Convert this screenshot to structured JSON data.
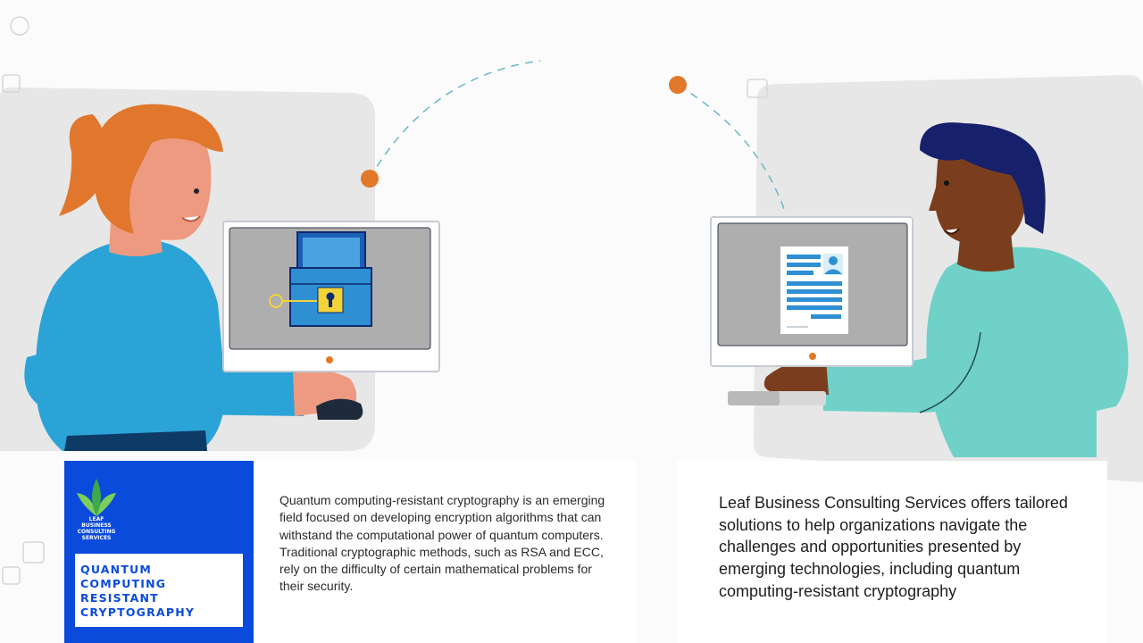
{
  "promo": {
    "logo_text": "LEAF\nBUSINESS\nCONSULTING\nSERVICES",
    "heading": "QUANTUM\nCOMPUTING\nRESISTANT\nCRYPTOGRAPHY"
  },
  "content": {
    "left_paragraph": "Quantum computing-resistant cryptography is an emerging field focused on developing encryption algorithms that can withstand the computational power of quantum computers. Traditional cryptographic methods, such as RSA and ECC, rely on the difficulty of certain mathematical problems for their security.",
    "right_paragraph": "Leaf Business Consulting Services offers tailored solutions to help organizations navigate the challenges and opportunities presented by emerging technologies, including quantum computing-resistant cryptography"
  },
  "illustration": {
    "left_screen_icon": "locked-treasure-chest-with-key",
    "right_screen_icon": "profile-document",
    "colors": {
      "accent_orange": "#e2782a",
      "brand_blue": "#0a4bdc",
      "woman_hair": "#e0772d",
      "woman_shirt": "#2ba3d7",
      "man_hair": "#16206b",
      "man_shirt": "#6fd1c8",
      "chest_blue": "#2e8fd3",
      "lock_yellow": "#f2d43a"
    }
  }
}
